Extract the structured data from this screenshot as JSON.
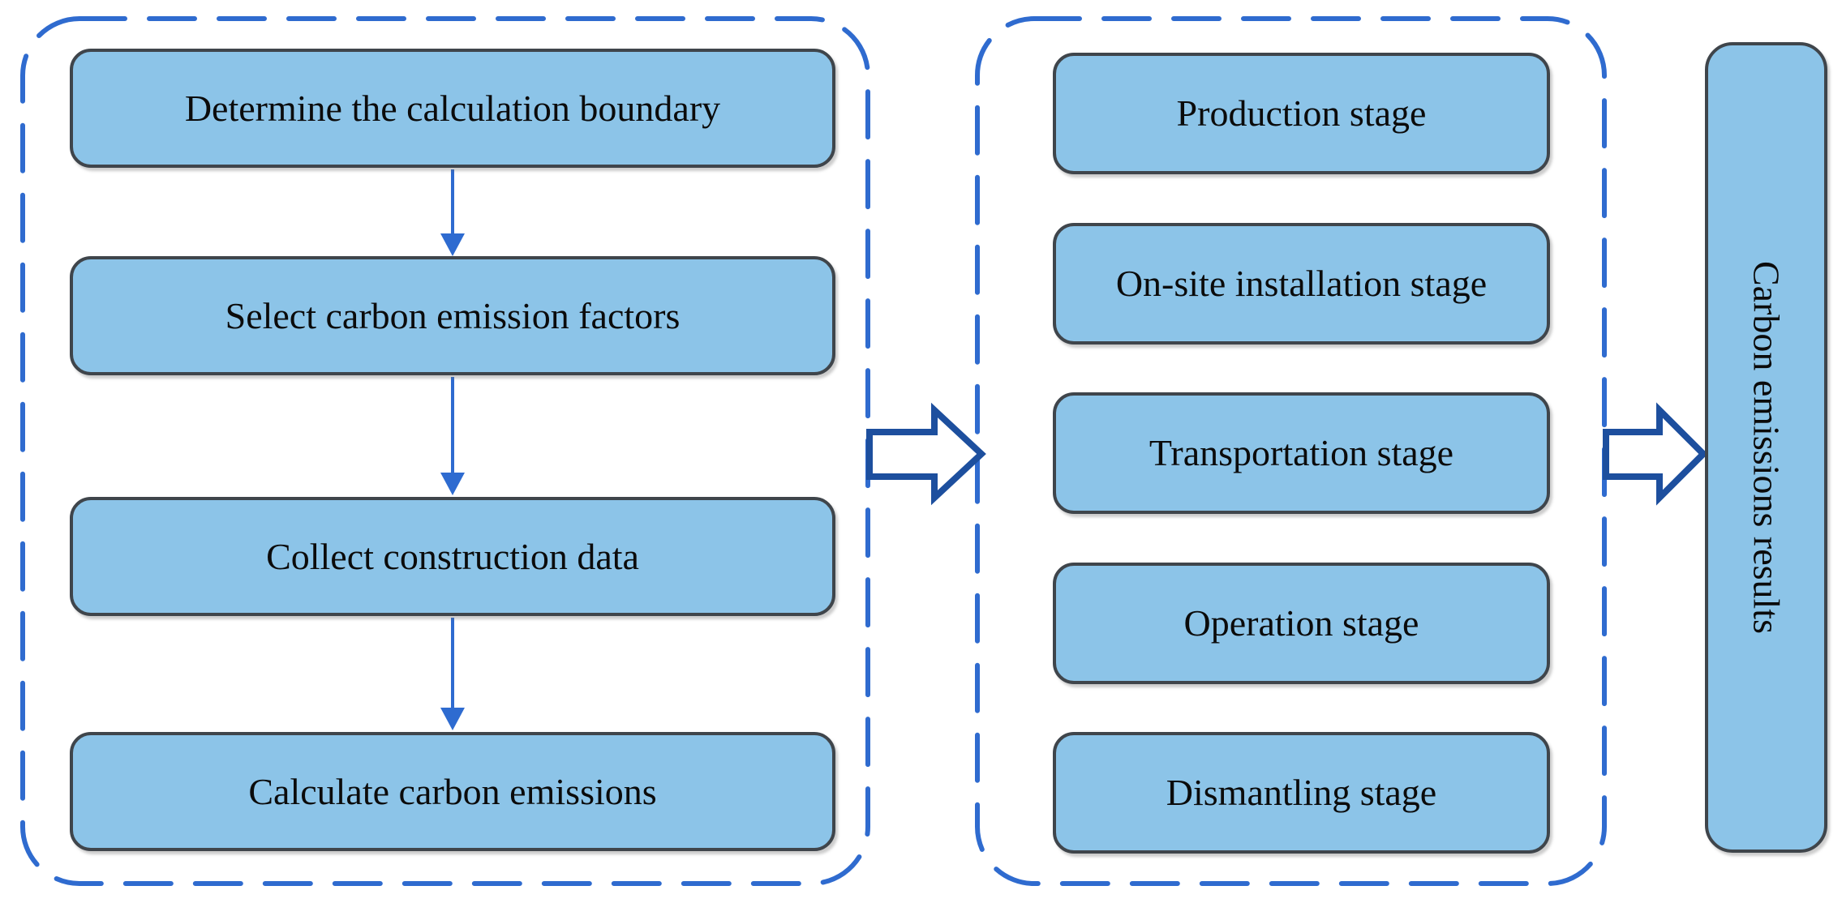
{
  "flowchart": {
    "calc_panel": {
      "steps": [
        "Determine the calculation boundary",
        "Select carbon emission factors",
        "Collect construction data",
        "Calculate carbon emissions"
      ]
    },
    "stage_panel": {
      "stages": [
        "Production stage",
        "On-site installation stage",
        "Transportation stage",
        "Operation stage",
        "Dismantling stage"
      ]
    },
    "result_label": "Carbon emissions results",
    "colors": {
      "box_fill": "#8cc4e8",
      "box_border": "#3f454b",
      "dashed_border": "#2f6bcf",
      "connector_arrow": "#2e6bd0",
      "block_arrow_outline": "#1d4f9e"
    }
  }
}
